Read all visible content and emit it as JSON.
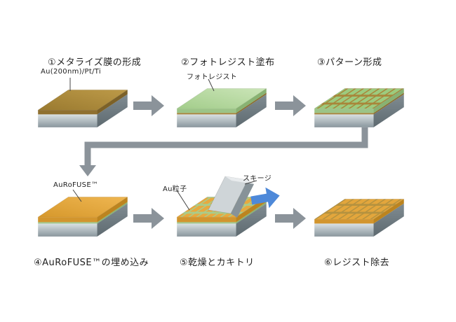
{
  "diagram": {
    "steps": [
      {
        "title": "①メタライズ膜の形成"
      },
      {
        "title": "②フォトレジスト塗布"
      },
      {
        "title": "③パターン形成"
      },
      {
        "title": "④AuRoFUSE™の埋め込み"
      },
      {
        "title": "⑤乾燥とカキトリ"
      },
      {
        "title": "⑥レジスト除去"
      }
    ],
    "labels": {
      "metal_film": "Au(200nm)/Pt/Ti",
      "photoresist": "フォトレジスト",
      "aurofuse": "AuRoFUSE™",
      "au_particle": "Au粒子",
      "squeegee": "スキージ"
    },
    "palette": {
      "background": "#ffffff",
      "substrate_gray": "#97a3aa",
      "metal_gold": "#a8863a",
      "photoresist_green": "#a9d18f",
      "aurofuse_orange": "#e3a53c",
      "process_arrow_gray": "#8b939a",
      "squeegee_gray": "#c3cacd",
      "motion_arrow_blue": "#4e89d9"
    }
  }
}
